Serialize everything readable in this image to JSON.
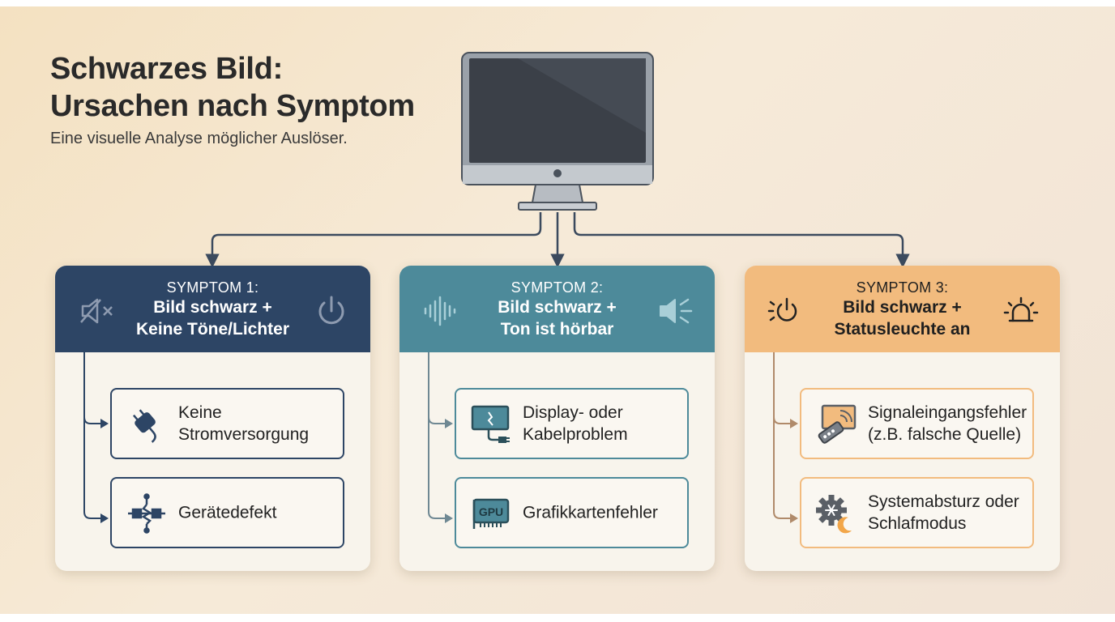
{
  "header": {
    "title_line1": "Schwarzes Bild:",
    "title_line2": "Ursachen nach Symptom",
    "subtitle": "Eine visuelle Analyse möglicher Auslöser."
  },
  "colors": {
    "symptom1": "#2d4565",
    "symptom2": "#4d8a9a",
    "symptom3": "#f2bb7e",
    "connector": "#3b4a5e"
  },
  "root_icon": "monitor-icon",
  "symptoms": [
    {
      "label": "SYMPTOM 1:",
      "title_line1": "Bild schwarz +",
      "title_line2": "Keine Töne/Lichter",
      "icons": [
        "speaker-muted-icon",
        "power-icon"
      ],
      "causes": [
        {
          "icon": "power-plug-icon",
          "line1": "Keine",
          "line2": "Stromversorgung"
        },
        {
          "icon": "circuit-component-icon",
          "line1": "Gerätedefekt",
          "line2": ""
        }
      ]
    },
    {
      "label": "SYMPTOM 2:",
      "title_line1": "Bild schwarz +",
      "title_line2": "Ton ist hörbar",
      "icons": [
        "sound-wave-icon",
        "speaker-sound-icon"
      ],
      "causes": [
        {
          "icon": "display-cable-icon",
          "line1": "Display- oder",
          "line2": "Kabelproblem"
        },
        {
          "icon": "gpu-card-icon",
          "gpu_label": "GPU",
          "line1": "Grafikkartenfehler",
          "line2": ""
        }
      ]
    },
    {
      "label": "SYMPTOM 3:",
      "title_line1": "Bild schwarz +",
      "title_line2": "Statusleuchte an",
      "icons": [
        "power-glow-icon",
        "alarm-light-icon"
      ],
      "causes": [
        {
          "icon": "remote-source-icon",
          "line1": "Signaleingangsfehler",
          "line2": "(z.B. falsche Quelle)"
        },
        {
          "icon": "gear-moon-icon",
          "line1": "Systemabsturz oder",
          "line2": "Schlafmodus"
        }
      ]
    }
  ]
}
